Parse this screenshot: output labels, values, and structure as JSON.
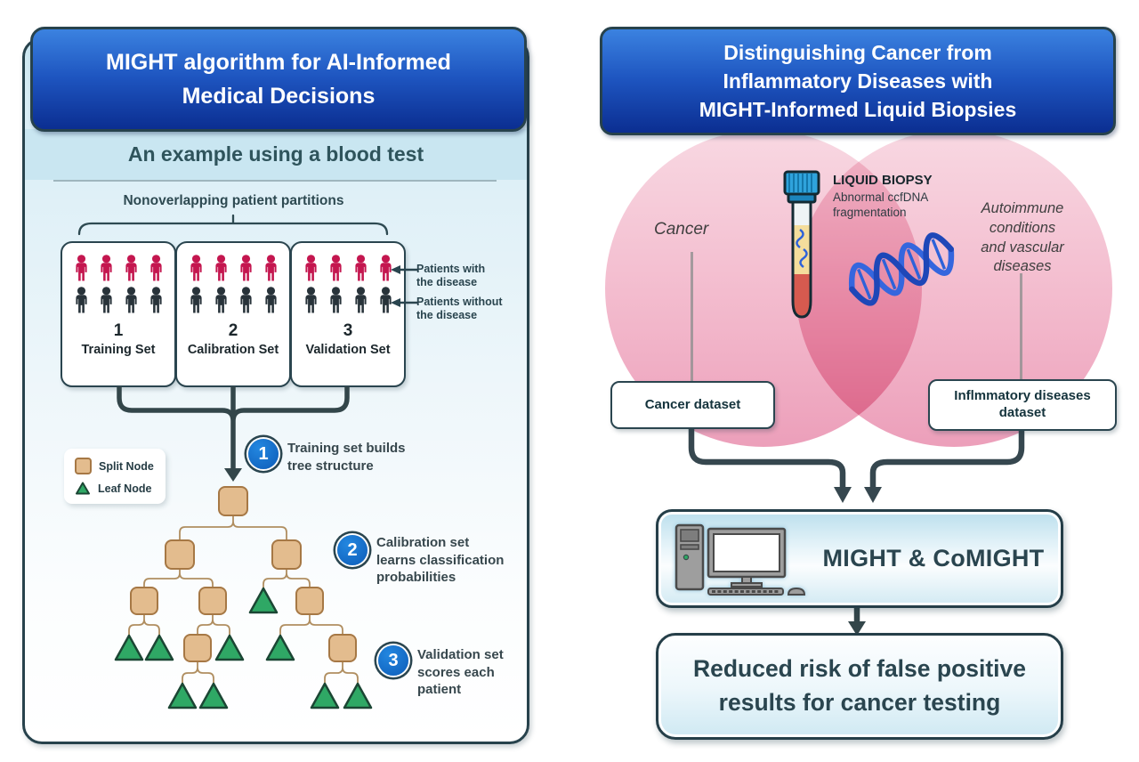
{
  "left_panel": {
    "title": "MIGHT algorithm for AI-Informed\nMedical Decisions",
    "subtitle": "An example using a blood test",
    "partitions_label": "Nonoverlapping patient partitions",
    "sets": [
      {
        "number": "1",
        "label": "Training Set",
        "patients_with_disease": 4,
        "patients_without_disease": 4
      },
      {
        "number": "2",
        "label": "Calibration Set",
        "patients_with_disease": 4,
        "patients_without_disease": 4
      },
      {
        "number": "3",
        "label": "Validation Set",
        "patients_with_disease": 4,
        "patients_without_disease": 4
      }
    ],
    "annotations": [
      {
        "label": "Patients with\nthe disease"
      },
      {
        "label": "Patients without\nthe disease"
      }
    ],
    "legend": [
      {
        "icon": "split-node-square",
        "label": "Split Node"
      },
      {
        "icon": "leaf-node-triangle",
        "label": "Leaf Node"
      }
    ],
    "steps": [
      {
        "number": "1",
        "text": "Training set builds\ntree structure"
      },
      {
        "number": "2",
        "text": "Calibration set\nlearns classification\nprobabilities"
      },
      {
        "number": "3",
        "text": "Validation set\nscores each\npatient"
      }
    ],
    "tree": {
      "levels": [
        [
          "split"
        ],
        [
          "split",
          "split"
        ],
        [
          "split",
          "split",
          "leaf",
          "split"
        ],
        [
          "leaf",
          "leaf",
          "split",
          "leaf",
          "leaf",
          "split"
        ],
        [
          "leaf",
          "leaf",
          "leaf",
          "leaf"
        ]
      ]
    }
  },
  "right_panel": {
    "title": "Distinguishing Cancer from\nInflammatory Diseases with\nMIGHT-Informed Liquid Biopsies",
    "venn": {
      "left_label": "Cancer",
      "right_label": "Autoimmune\nconditions\nand vascular\ndiseases",
      "center_title": "LIQUID BIOPSY",
      "center_subtitle": "Abnormal ccfDNA\nfragmentation"
    },
    "dataset_boxes": [
      {
        "label": "Cancer dataset"
      },
      {
        "label": "Inflmmatory diseases\ndataset"
      }
    ],
    "processor_label": "MIGHT & CoMIGHT",
    "outcome": "Reduced risk of false positive\nresults for cancer testing"
  },
  "colors": {
    "header_blue_top": "#3B82E0",
    "header_blue_bottom": "#0B2E91",
    "panel_border": "#27424C",
    "split_node_fill": "#E3BC8E",
    "split_node_border": "#A67845",
    "leaf_node_fill": "#2FA865",
    "leaf_node_border": "#1B4634",
    "patient_with_disease": "#C4164F",
    "patient_without_disease": "#28333A",
    "step_badge_blue": "#0D5CB8",
    "venn_pink": "#F0AEC5",
    "arrow_dark": "#36474F"
  }
}
